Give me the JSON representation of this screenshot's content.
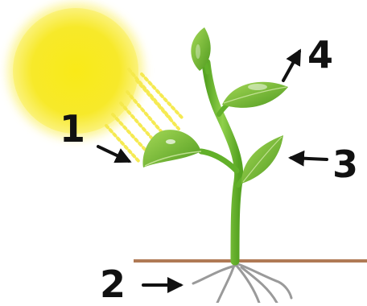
{
  "labels": {
    "one": "1",
    "two": "2",
    "three": "3",
    "four": "4"
  },
  "colors": {
    "sun": "#f7e92a",
    "sun_glow": "#fbf27a",
    "leaf": "#7cc23a",
    "leaf_dark": "#4f9a1f",
    "stem": "#62b02a",
    "soil": "#b07a55",
    "root": "#9a9a9a",
    "arrow": "#111111"
  },
  "icons": [
    "sun-icon",
    "light-rays-icon",
    "plant-icon",
    "roots-icon",
    "arrow-icon"
  ]
}
